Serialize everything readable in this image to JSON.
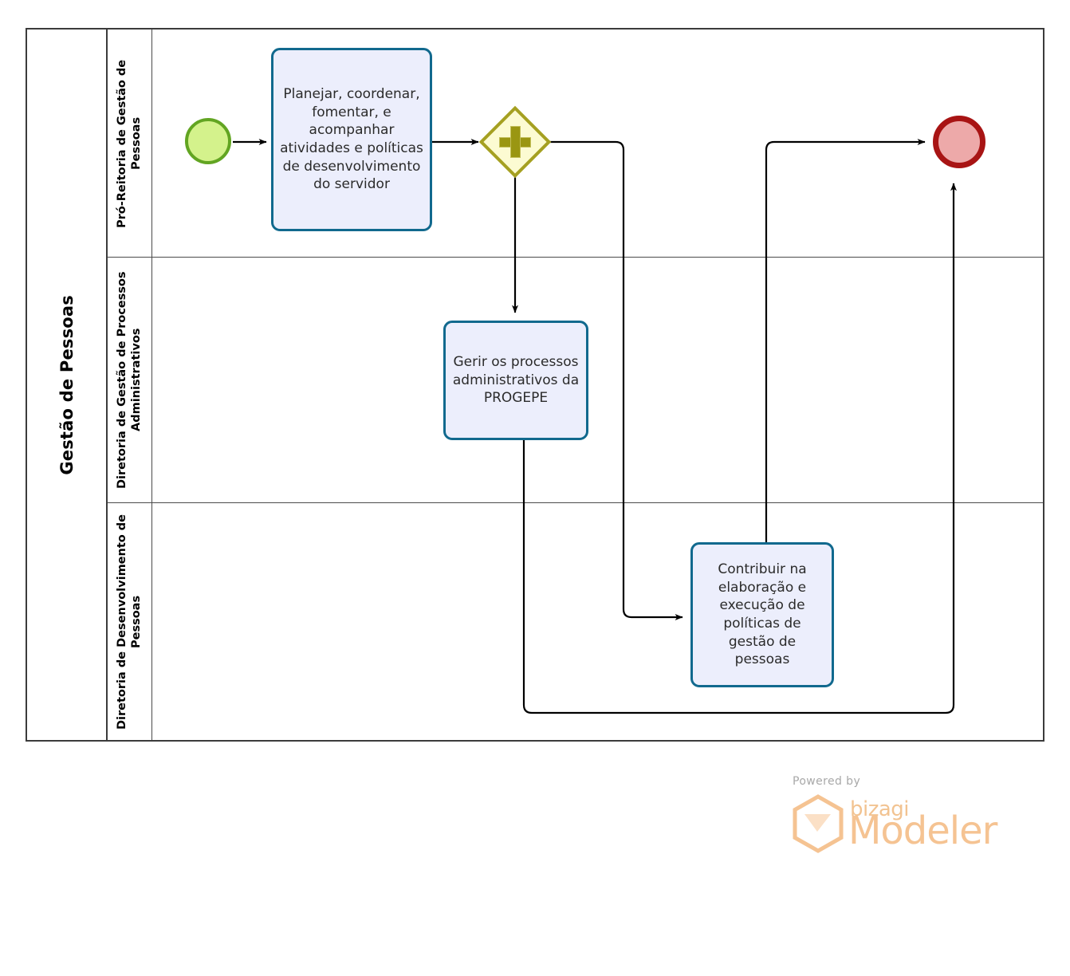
{
  "diagram": {
    "type": "bpmn-process",
    "pool": {
      "name": "Gestão de Pessoas"
    },
    "lanes": [
      {
        "id": "lane-pro-reitoria",
        "name": "Pró-Reitoria de Gestão de Pessoas"
      },
      {
        "id": "lane-diretoria-processos",
        "name": "Diretoria de Gestão de Processos Administrativos"
      },
      {
        "id": "lane-diretoria-desenvolvimento",
        "name": "Diretoria de Desenvolvimento de Pessoas"
      }
    ],
    "events": [
      {
        "id": "start-event",
        "kind": "start",
        "label": "",
        "lane": "lane-pro-reitoria"
      },
      {
        "id": "end-event",
        "kind": "end",
        "label": "",
        "lane": "lane-pro-reitoria"
      }
    ],
    "gateways": [
      {
        "id": "parallel-gateway",
        "kind": "parallel",
        "symbol": "+",
        "label": "",
        "lane": "lane-pro-reitoria"
      }
    ],
    "tasks": [
      {
        "id": "task-planejar",
        "label": "Planejar, coordenar, fomentar, e acompanhar atividades e políticas de desenvolvimento do servidor",
        "lane": "lane-pro-reitoria"
      },
      {
        "id": "task-gerir",
        "label": "Gerir os processos administrativos da PROGEPE",
        "lane": "lane-diretoria-processos"
      },
      {
        "id": "task-contribuir",
        "label": "Contribuir na elaboração e execução de políticas de gestão de pessoas",
        "lane": "lane-diretoria-desenvolvimento"
      }
    ],
    "flows": [
      {
        "id": "flow-start-to-planejar",
        "from": "start-event",
        "to": "task-planejar"
      },
      {
        "id": "flow-planejar-to-gateway",
        "from": "task-planejar",
        "to": "parallel-gateway"
      },
      {
        "id": "flow-gateway-to-gerir",
        "from": "parallel-gateway",
        "to": "task-gerir"
      },
      {
        "id": "flow-gateway-to-contribuir",
        "from": "parallel-gateway",
        "to": "task-contribuir"
      },
      {
        "id": "flow-contribuir-to-end",
        "from": "task-contribuir",
        "to": "end-event"
      },
      {
        "id": "flow-gerir-to-end",
        "from": "task-gerir",
        "to": "end-event"
      }
    ]
  },
  "colors": {
    "task_fill": "#eceefc",
    "task_border": "#11698e",
    "start_fill": "#d4f28c",
    "start_border": "#62a522",
    "end_fill": "#eda9a9",
    "end_border": "#a81414",
    "gateway_fill": "#fcfbd2",
    "gateway_border": "#a5a021",
    "gateway_symbol": "#9a9612",
    "pool_border": "#3b3b3b",
    "lane_border": "#4a4a4a",
    "flow_line": "#000000",
    "watermark_orange": "#f5c392",
    "watermark_gray": "#a8a8a8"
  },
  "watermark": {
    "powered_by": "Powered by",
    "brand": "bizagi",
    "product": "Modeler"
  }
}
